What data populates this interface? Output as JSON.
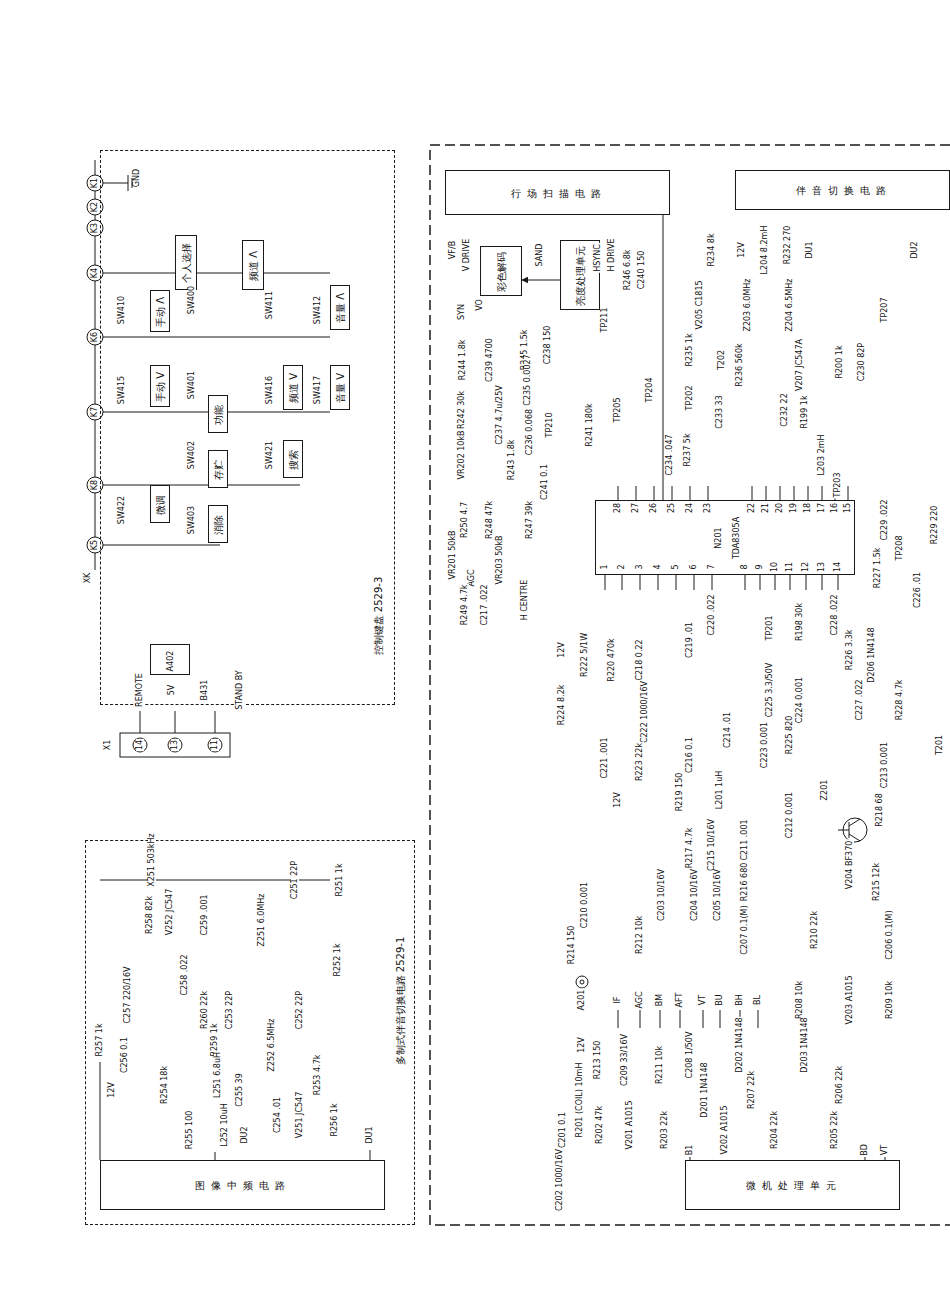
{
  "diagram": {
    "nodes": [
      {
        "text": [
          "控制键盘 2529-3"
        ]
      },
      {
        "text": [
          "个人选择"
        ],
        "in": 0
      },
      {
        "text": [
          "频道 Λ"
        ],
        "in": 0
      },
      {
        "text": [
          "手动 Λ"
        ],
        "in": 0
      },
      {
        "text": [
          "音量 Λ"
        ],
        "in": 0
      },
      {
        "text": [
          "手动 V"
        ],
        "in": 0
      },
      {
        "text": [
          "功能"
        ],
        "in": 0
      },
      {
        "text": [
          "频道 V"
        ],
        "in": 0
      },
      {
        "text": [
          "音量 V"
        ],
        "in": 0
      },
      {
        "text": [
          "存贮"
        ],
        "in": 0
      },
      {
        "text": [
          "搜索"
        ],
        "in": 0
      },
      {
        "text": [
          "微调"
        ],
        "in": 0
      },
      {
        "text": [
          "消除"
        ],
        "in": 0
      },
      {
        "text": [
          "A402"
        ],
        "in": 0
      },
      {
        "text": [
          "多制式伴音切换电路 2529-1"
        ]
      },
      {
        "text": [
          "图像中频电路"
        ],
        "in": 14
      },
      {
        "text": [
          "行场扫描电路"
        ]
      },
      {
        "text": [
          "伴音切换电路"
        ]
      },
      {
        "text": [
          "彩色解码"
        ]
      },
      {
        "text": [
          "亮度处理单元"
        ]
      },
      {
        "text": [
          "N201",
          "TDA8305A"
        ]
      },
      {
        "text": [
          "微机处理单元"
        ]
      }
    ],
    "edges": [
      {
        "from": 20,
        "to": 16,
        "arrow": "none"
      },
      {
        "from": 19,
        "to": 18,
        "arrow": "to"
      }
    ],
    "labels": [
      "GND",
      "K1",
      "K2",
      "K3",
      "K4",
      "K6",
      "K7",
      "K8",
      "K5",
      "XK",
      "SW410",
      "SW415",
      "SW422",
      "SW400",
      "SW401",
      "SW402",
      "SW403",
      "SW411",
      "SW416",
      "SW421",
      "SW412",
      "SW417",
      "REMOTE",
      "5V",
      "B431",
      "STAND BY",
      "X1",
      "14",
      "13",
      "11",
      "X251 503kHz",
      "R258 82k",
      "V252 JC547",
      "C259 .001",
      "C251 22P",
      "Z251 6.0MHz",
      "R251 1k",
      "C257 220/16V",
      "C258 .022",
      "R260 22k",
      "C253 22P",
      "R259 1k",
      "Z252 6.5MHz",
      "C252 22P",
      "R252 1k",
      "L251 6.8uH",
      "C255 39",
      "R253 4.7k",
      "C256 0.1",
      "R257 1k",
      "12V",
      "R254 18k",
      "R255 100",
      "L252 10uH",
      "DU2",
      "V251 JC547",
      "C254 .01",
      "R256 1k",
      "DU1",
      "VF/B",
      "V DRIVE",
      "SYN",
      "VO",
      "SAND",
      "HSYNC",
      "H DRIVE",
      "R246 6.8k",
      "C240 150",
      "R234 8k",
      "12V",
      "L204 8.2mH",
      "R232 270",
      "DU1",
      "DU2",
      "Z203 6.0MHz",
      "Z204 6.5MHz",
      "V205 C1815",
      "TP207",
      "TP211",
      "R244 1.8k",
      "C239 4700",
      "R245 1.5k",
      "C238 150",
      "R235 1k",
      "T202",
      "R236 560k",
      "V207 JC547A",
      "R200 1k",
      "C230 82P",
      "R242 30k",
      "C237 4.7u/25V",
      "C235 0.0027",
      "C236 0.068",
      "TP210",
      "R241 180k",
      "TP205",
      "TP204",
      "TP202",
      "C233 33",
      "C232 22",
      "R199 1k",
      "L203 2mH",
      "VR202 10kB",
      "R243 1.8k",
      "C234 .047",
      "R237 5k",
      "C241 0.1",
      "TP203",
      "R250 4.7",
      "R248 47k",
      "R247 39k",
      "VR201 50kB",
      "VR203 50kB",
      "AGC",
      "R249 4.7k",
      "C217 .022",
      "H CENTRE",
      "28",
      "27",
      "26",
      "25",
      "24",
      "23",
      "22",
      "21",
      "20",
      "19",
      "18",
      "17",
      "16",
      "15",
      "1",
      "2",
      "3",
      "4",
      "5",
      "6",
      "7",
      "8",
      "9",
      "10",
      "11",
      "12",
      "13",
      "14",
      "C229 .022",
      "R229 220",
      "TP208",
      "R227 1.5k",
      "C226 .01",
      "C220 .022",
      "C219 .01",
      "TP201",
      "R198 30k",
      "C228 .022",
      "R226 3.3k",
      "D206 1N4148",
      "12V",
      "R222 5/1W",
      "R220 470k",
      "C218 0.22",
      "C222 1000/16V",
      "R224 8.2k",
      "C225 3.3/50V",
      "C224 0.001",
      "C227 .022",
      "R228 4.7k",
      "T201",
      "C223 0.001",
      "R225 820",
      "C221 .001",
      "R223 22k",
      "C216 0.1",
      "C214 .01",
      "12V",
      "R219 150",
      "L201 1uH",
      "C212 0.001",
      "Z201",
      "C213 0.001",
      "R218 68",
      "V204 BF370",
      "C215 10/16V",
      "C211 .001",
      "R217 4.7k",
      "R216 680",
      "R215 12k",
      "C210 0.001",
      "R214 150",
      "C203 10/16V",
      "C204 10/16V",
      "C205 10/16V",
      "C207 0.1(M)",
      "R212 10k",
      "R210 22k",
      "C206 0.1(M)",
      "A201",
      "IF",
      "AGC",
      "BM",
      "AFT",
      "VT",
      "BU",
      "BH",
      "BL",
      "R208 10k",
      "V203 A1015",
      "R209 10k",
      "12V",
      "R213 150",
      "R201 (COIL) 10mH",
      "C209 33/16V",
      "R211 10k",
      "C208 1/50V",
      "D202 1N4148",
      "D203 1N4148",
      "D201 1N4148",
      "R207 22k",
      "R206 22k",
      "C201 0.1",
      "R202 47k",
      "V201 A1015",
      "R203 22k",
      "V202 A1015",
      "R204 22k",
      "R205 22k",
      "C202 1000/16V",
      "B1",
      "BD",
      "VT"
    ]
  }
}
